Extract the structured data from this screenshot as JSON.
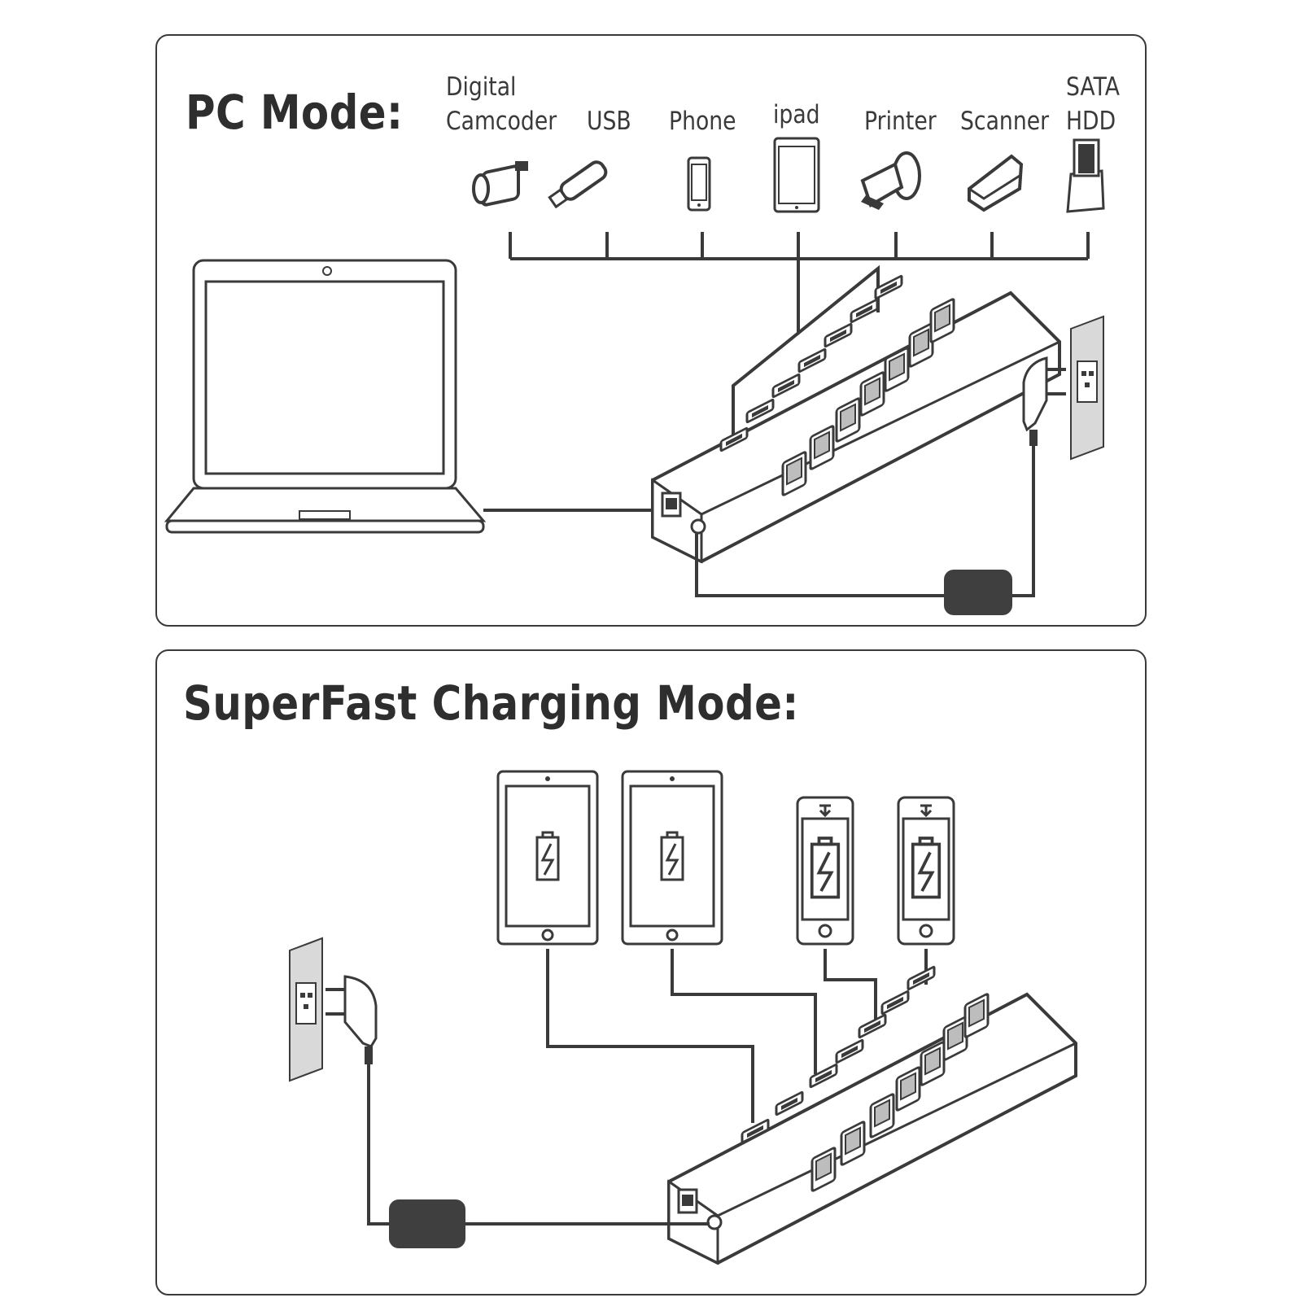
{
  "pc_mode": {
    "title": "PC Mode:",
    "devices": [
      {
        "label": "Digital",
        "label2": "Camcoder",
        "icon": "camcorder-icon"
      },
      {
        "label": "USB",
        "icon": "usb-stick-icon"
      },
      {
        "label": "Phone",
        "icon": "phone-icon"
      },
      {
        "label": "ipad",
        "icon": "tablet-icon"
      },
      {
        "label": "Printer",
        "icon": "printer-icon"
      },
      {
        "label": "Scanner",
        "icon": "scanner-icon"
      },
      {
        "label": "SATA",
        "label2": "HDD",
        "icon": "hdd-dock-icon"
      }
    ],
    "host_icon": "laptop-icon",
    "hub_icon": "usb-hub-icon",
    "power_icon": "wall-socket-icon"
  },
  "charging_mode": {
    "title": "SuperFast Charging Mode:",
    "devices": [
      {
        "icon": "tablet-charging-icon"
      },
      {
        "icon": "tablet-charging-icon"
      },
      {
        "icon": "phone-charging-icon"
      },
      {
        "icon": "phone-charging-icon"
      }
    ],
    "hub_icon": "usb-hub-icon",
    "power_icon": "wall-socket-icon"
  },
  "colors": {
    "line": "#3a3a3a",
    "adapter": "#3f3f3f",
    "wall": "#d9d9d9"
  }
}
